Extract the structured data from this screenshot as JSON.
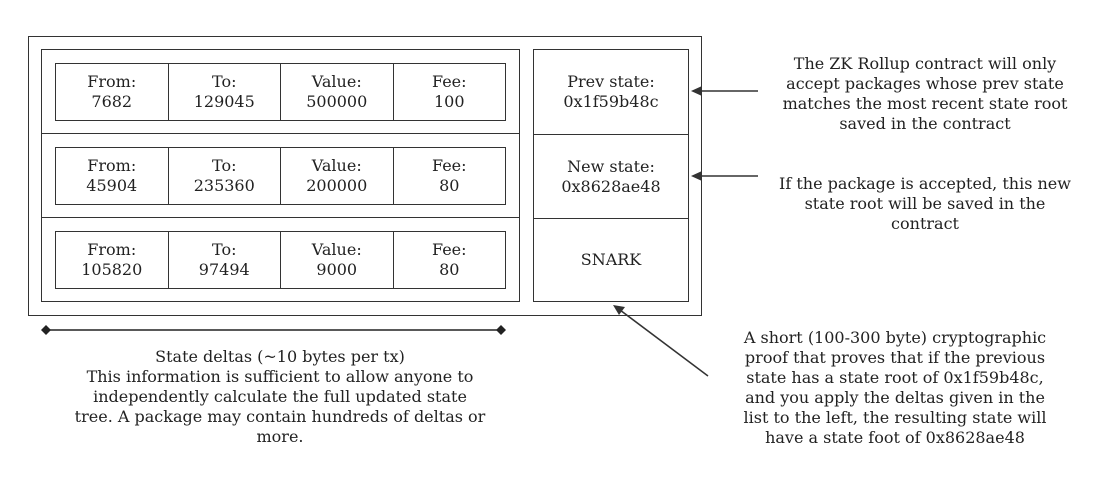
{
  "transactions": [
    {
      "from_label": "From:",
      "from": "7682",
      "to_label": "To:",
      "to": "129045",
      "value_label": "Value:",
      "value": "500000",
      "fee_label": "Fee:",
      "fee": "100"
    },
    {
      "from_label": "From:",
      "from": "45904",
      "to_label": "To:",
      "to": "235360",
      "value_label": "Value:",
      "value": "200000",
      "fee_label": "Fee:",
      "fee": "80"
    },
    {
      "from_label": "From:",
      "from": "105820",
      "to_label": "To:",
      "to": "97494",
      "value_label": "Value:",
      "value": "9000",
      "fee_label": "Fee:",
      "fee": "80"
    }
  ],
  "state": {
    "prev_label": "Prev state:",
    "prev_value": "0x1f59b48c",
    "new_label": "New state:",
    "new_value": "0x8628ae48",
    "snark_label": "SNARK"
  },
  "annotations": {
    "prev_state_note": "The ZK Rollup contract will only\naccept packages whose prev state\nmatches the most recent state root\nsaved in the contract",
    "new_state_note": "If the package is accepted, this new\nstate root will be saved in the\ncontract",
    "snark_note": "A short (100-300 byte) cryptographic\nproof that proves that if the previous\nstate has a state root of 0x1f59b48c,\nand you apply the deltas given in the\nlist to the left, the resulting state will\nhave a state foot of 0x8628ae48",
    "deltas_note": "State deltas (~10 bytes per tx)\nThis information is sufficient to allow anyone to\nindependently calculate the full updated state\ntree. A package may contain hundreds of deltas or\nmore."
  }
}
